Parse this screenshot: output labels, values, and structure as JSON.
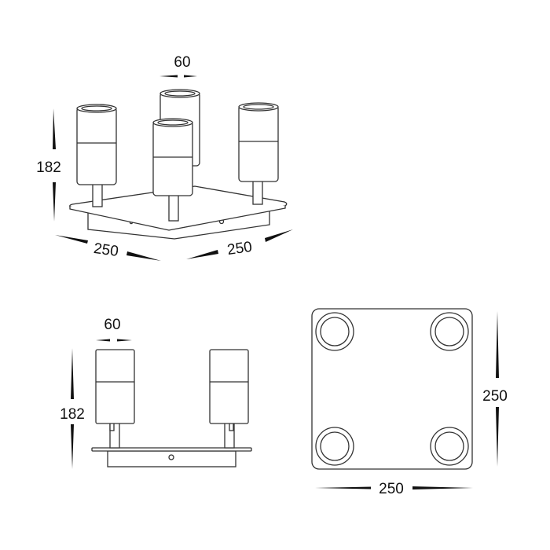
{
  "views": {
    "perspective": {
      "width_label": "60",
      "height_label": "182",
      "depth_left_label": "250",
      "depth_right_label": "250"
    },
    "side": {
      "width_label": "60",
      "height_label": "182"
    },
    "top": {
      "width_label": "250",
      "height_label": "250"
    }
  },
  "colors": {
    "line": "#333333",
    "background": "#ffffff"
  }
}
